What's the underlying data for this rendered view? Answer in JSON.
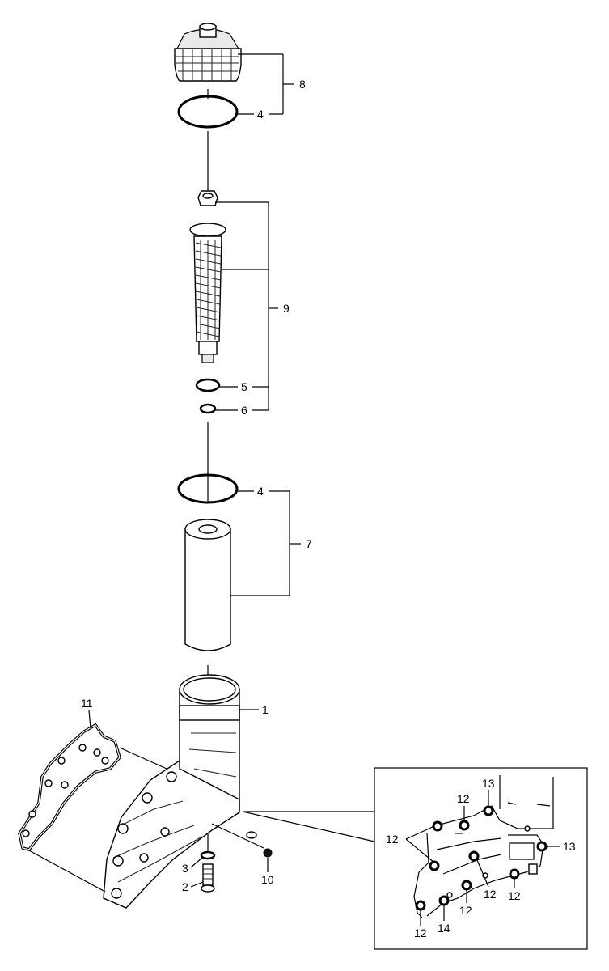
{
  "labels": {
    "cap": "8",
    "cap_oring": "4",
    "insert": "9",
    "insert_oring_a": "5",
    "insert_oring_b": "6",
    "element_oring": "4",
    "element": "7",
    "housing": "1",
    "gasket": "11",
    "washer": "3",
    "plug": "2",
    "screw": "10",
    "detail_top_a": "12",
    "detail_top_b": "13",
    "detail_left": "12",
    "detail_right": "13",
    "detail_mid": "12",
    "detail_r2": "12",
    "detail_b1": "12",
    "detail_b2": "14",
    "detail_b3": "12"
  }
}
